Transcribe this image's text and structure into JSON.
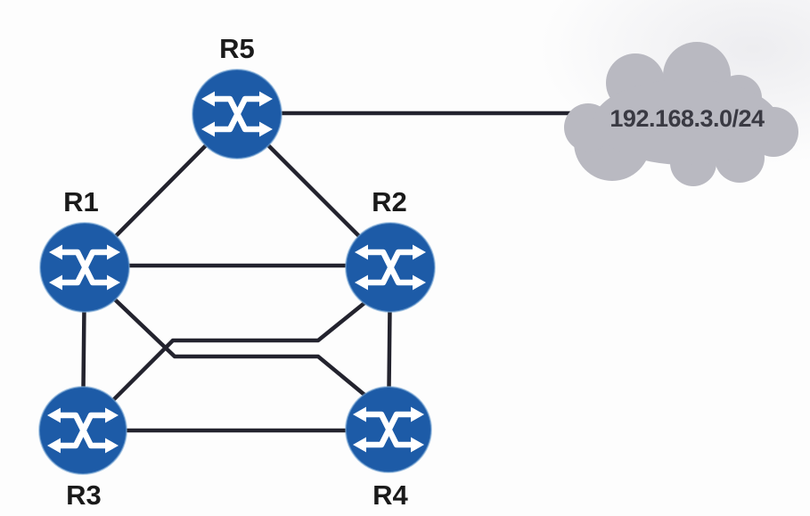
{
  "diagram": {
    "type": "network-topology-diagram",
    "description": "Five routers R1-R5 interconnected, with R5 linked to an external network cloud"
  },
  "nodes": {
    "r1": {
      "label": "R1",
      "icon": "router-crossed-arrows-icon"
    },
    "r2": {
      "label": "R2",
      "icon": "router-crossed-arrows-icon"
    },
    "r3": {
      "label": "R3",
      "icon": "router-crossed-arrows-icon"
    },
    "r4": {
      "label": "R4",
      "icon": "router-crossed-arrows-icon"
    },
    "r5": {
      "label": "R5",
      "icon": "router-crossed-arrows-icon"
    }
  },
  "cloud": {
    "label": "192.168.3.0/24",
    "icon": "network-cloud-icon"
  },
  "edges": [
    {
      "from": "R5",
      "to": "R1"
    },
    {
      "from": "R5",
      "to": "R2"
    },
    {
      "from": "R5",
      "to": "192.168.3.0/24"
    },
    {
      "from": "R1",
      "to": "R2"
    },
    {
      "from": "R1",
      "to": "R3"
    },
    {
      "from": "R1",
      "to": "R4"
    },
    {
      "from": "R2",
      "to": "R3"
    },
    {
      "from": "R2",
      "to": "R4"
    },
    {
      "from": "R3",
      "to": "R4"
    }
  ],
  "colors": {
    "router_fill": "#1d5ba7",
    "router_icon": "#ffffff",
    "link_stroke": "#23232e",
    "cloud_fill": "#b9b9c1",
    "node_label": "#1a1a1a",
    "cloud_label": "#3a3a43"
  }
}
